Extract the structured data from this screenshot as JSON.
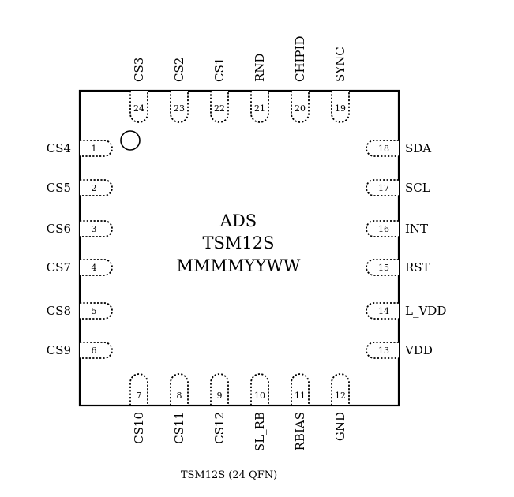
{
  "chip": {
    "marking": [
      "ADS",
      "TSM12S",
      "MMMMYYWW"
    ]
  },
  "caption": "TSM12S (24 QFN)",
  "pins": {
    "left": [
      {
        "num": "1",
        "label": "CS4"
      },
      {
        "num": "2",
        "label": "CS5"
      },
      {
        "num": "3",
        "label": "CS6"
      },
      {
        "num": "4",
        "label": "CS7"
      },
      {
        "num": "5",
        "label": "CS8"
      },
      {
        "num": "6",
        "label": "CS9"
      }
    ],
    "bottom": [
      {
        "num": "7",
        "label": "CS10"
      },
      {
        "num": "8",
        "label": "CS11"
      },
      {
        "num": "9",
        "label": "CS12"
      },
      {
        "num": "10",
        "label": "SL_RB"
      },
      {
        "num": "11",
        "label": "RBIAS"
      },
      {
        "num": "12",
        "label": "GND"
      }
    ],
    "right": [
      {
        "num": "13",
        "label": "VDD"
      },
      {
        "num": "14",
        "label": "L_VDD"
      },
      {
        "num": "15",
        "label": "RST"
      },
      {
        "num": "16",
        "label": "INT"
      },
      {
        "num": "17",
        "label": "SCL"
      },
      {
        "num": "18",
        "label": "SDA"
      }
    ],
    "top": [
      {
        "num": "19",
        "label": "SYNC"
      },
      {
        "num": "20",
        "label": "CHIPID"
      },
      {
        "num": "21",
        "label": "RND"
      },
      {
        "num": "22",
        "label": "CS1"
      },
      {
        "num": "23",
        "label": "CS2"
      },
      {
        "num": "24",
        "label": "CS3"
      }
    ]
  }
}
